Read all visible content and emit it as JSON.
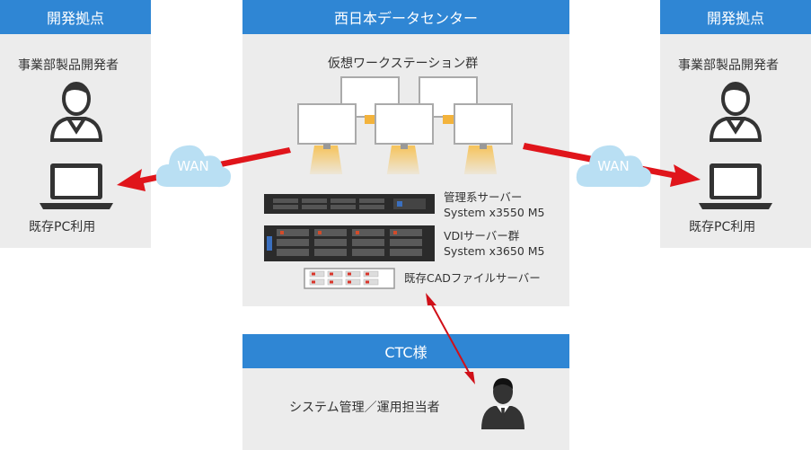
{
  "left_site": {
    "header": "開発拠点",
    "role": "事業部製品開発者",
    "device": "既存PC利用"
  },
  "right_site": {
    "header": "開発拠点",
    "role": "事業部製品開発者",
    "device": "既存PC利用"
  },
  "datacenter": {
    "header": "西日本データセンター",
    "workstations": "仮想ワークステーション群",
    "mgmt_server_line1": "管理系サーバー",
    "mgmt_server_line2": "System x3550 M5",
    "vdi_server_line1": "VDIサーバー群",
    "vdi_server_line2": "System x3650 M5",
    "cad_server": "既存CADファイルサーバー"
  },
  "ctc": {
    "header": "CTC様",
    "role": "システム管理／運用担当者"
  },
  "wan_label": "WAN",
  "colors": {
    "header_blue": "#2f86d4",
    "panel_gray": "#ececec",
    "arrow_red": "#e0151b",
    "cloud_blue": "#b9dff3"
  },
  "icons": [
    "person-icon",
    "laptop-icon",
    "monitor-icon",
    "server-rack-icon",
    "cloud-icon",
    "suit-person-icon"
  ]
}
